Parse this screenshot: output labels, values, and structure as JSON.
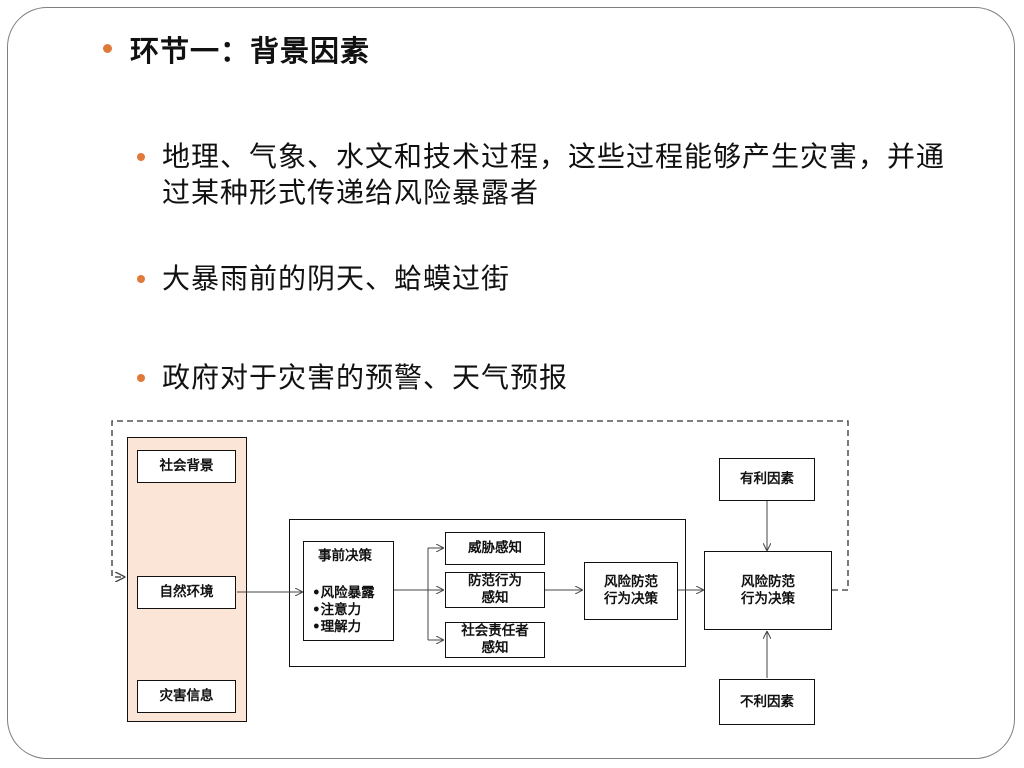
{
  "slide": {
    "title": "环节一：背景因素",
    "points": [
      "地理、气象、水文和技术过程，这些过程能够产生灾害，并通过某种形式传递给风险暴露者",
      "大暴雨前的阴天、蛤蟆过街",
      "政府对于灾害的预警、天气预报"
    ],
    "bullet_color": "#e07a3a"
  },
  "diagram": {
    "background_factors": [
      "社会背景",
      "自然环境",
      "灾害信息"
    ],
    "background_panel_color": "#fbe5d6",
    "pre_decision": {
      "heading": "事前决策",
      "items": [
        "•风险暴露",
        "•注意力",
        "•理解力"
      ]
    },
    "perceptions": [
      "威胁感知",
      "防范行为\n感知",
      "社会责任者\n感知"
    ],
    "middle_decision": "风险防范\n行为决策",
    "final_decision": "风险防范\n行为决策",
    "favorable": "有利因素",
    "unfavorable": "不利因素"
  }
}
